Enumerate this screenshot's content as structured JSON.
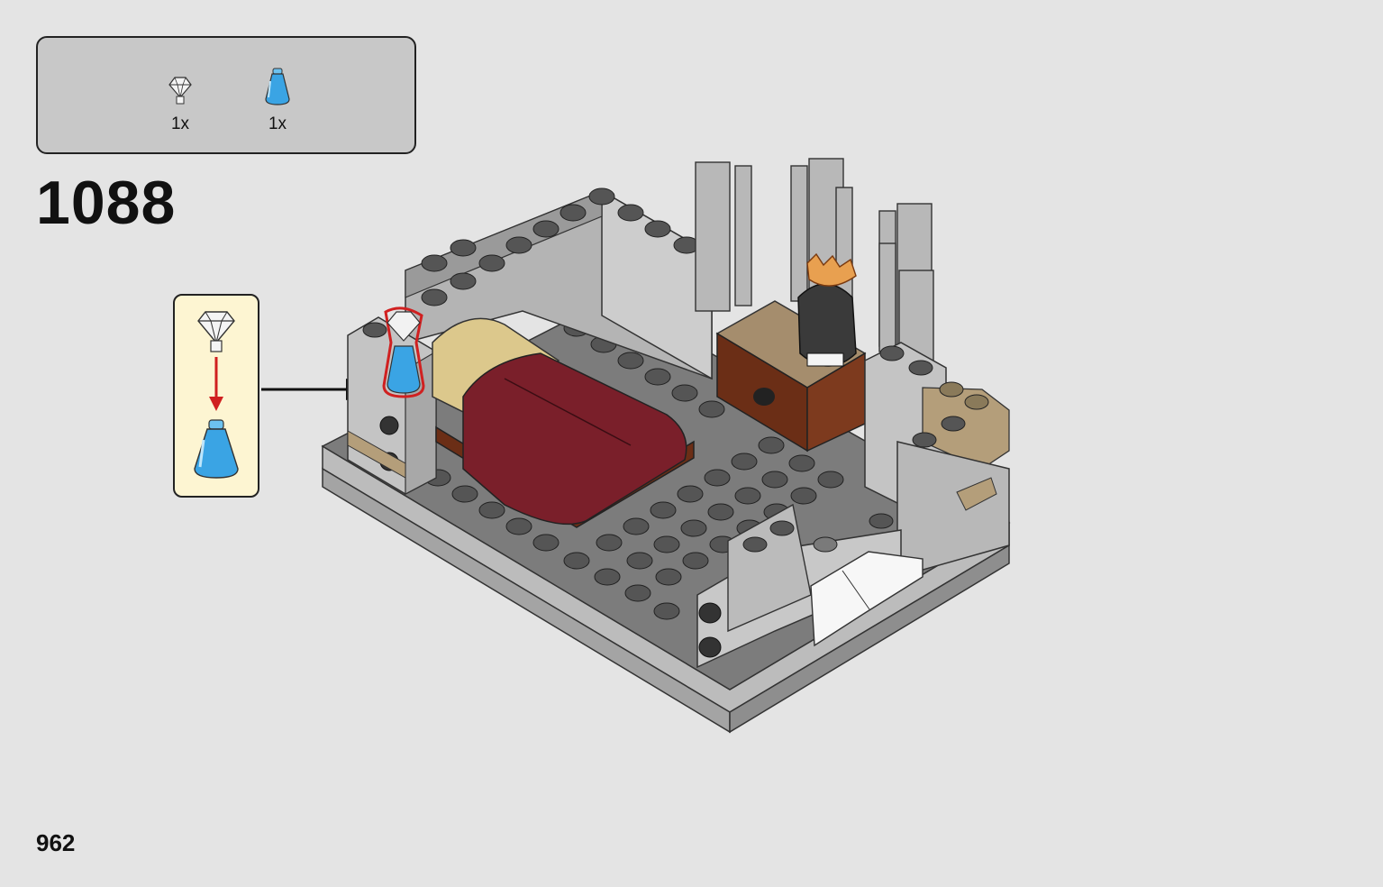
{
  "parts_list": {
    "items": [
      {
        "icon": "clear-jewel-icon",
        "qty": "1x"
      },
      {
        "icon": "blue-cone-icon",
        "qty": "1x"
      }
    ]
  },
  "step": {
    "number": "1088"
  },
  "page": {
    "number": "962"
  },
  "colors": {
    "background": "#e4e4e4",
    "parts_box": "#c8c8c8",
    "callout": "#fdf5d2",
    "trans_blue": "#3aa4e4",
    "dark_red_blanket": "#7a1f2a",
    "tan_pillow": "#dcc88c",
    "reddish_brown": "#6b2e16",
    "highlight_red": "#d02020",
    "gold": "#e8a050"
  }
}
